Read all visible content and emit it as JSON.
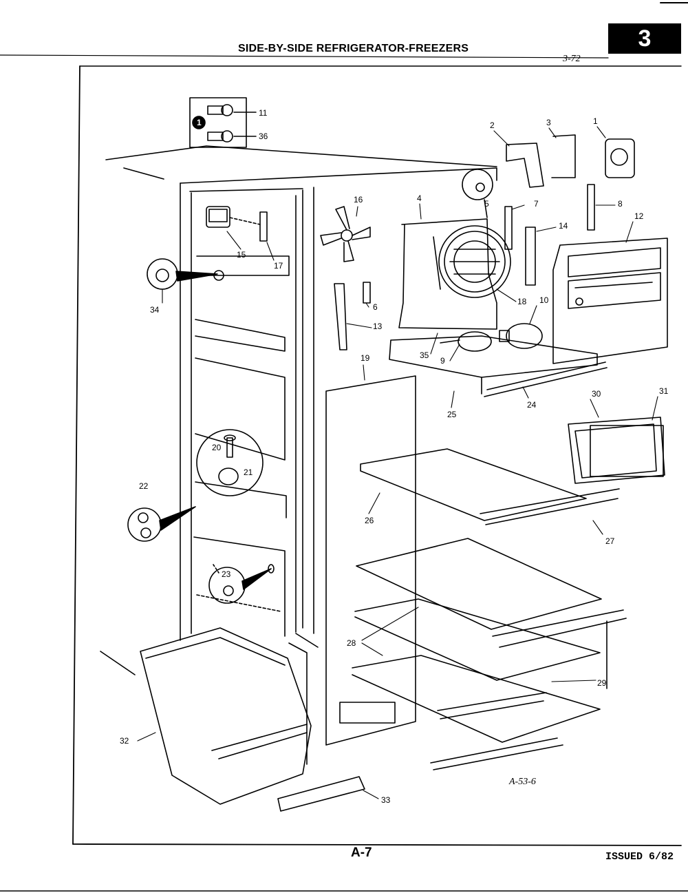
{
  "header": {
    "title": "SIDE-BY-SIDE REFRIGERATOR-FREEZERS",
    "section_number": "3",
    "handwritten_note": "3-72"
  },
  "footer": {
    "page_label": "A-7",
    "issued": "ISSUED 6/82"
  },
  "drawing_id": "A-53-6",
  "inset_marker": "1",
  "part_labels": [
    {
      "id": "p1",
      "text": "1"
    },
    {
      "id": "p2",
      "text": "2"
    },
    {
      "id": "p3",
      "text": "3"
    },
    {
      "id": "p4",
      "text": "4"
    },
    {
      "id": "p5",
      "text": "5"
    },
    {
      "id": "p6",
      "text": "6"
    },
    {
      "id": "p7",
      "text": "7"
    },
    {
      "id": "p8",
      "text": "8"
    },
    {
      "id": "p9",
      "text": "9"
    },
    {
      "id": "p10",
      "text": "10"
    },
    {
      "id": "p11",
      "text": "11"
    },
    {
      "id": "p12",
      "text": "12"
    },
    {
      "id": "p13",
      "text": "13"
    },
    {
      "id": "p14",
      "text": "14"
    },
    {
      "id": "p15",
      "text": "15"
    },
    {
      "id": "p16",
      "text": "16"
    },
    {
      "id": "p17",
      "text": "17"
    },
    {
      "id": "p18",
      "text": "18"
    },
    {
      "id": "p19",
      "text": "19"
    },
    {
      "id": "p20",
      "text": "20"
    },
    {
      "id": "p21",
      "text": "21"
    },
    {
      "id": "p22",
      "text": "22"
    },
    {
      "id": "p23",
      "text": "23"
    },
    {
      "id": "p24",
      "text": "24"
    },
    {
      "id": "p25",
      "text": "25"
    },
    {
      "id": "p26",
      "text": "26"
    },
    {
      "id": "p27",
      "text": "27"
    },
    {
      "id": "p28",
      "text": "28"
    },
    {
      "id": "p29",
      "text": "29"
    },
    {
      "id": "p30",
      "text": "30"
    },
    {
      "id": "p31",
      "text": "31"
    },
    {
      "id": "p32",
      "text": "32"
    },
    {
      "id": "p33",
      "text": "33"
    },
    {
      "id": "p34",
      "text": "34"
    },
    {
      "id": "p35",
      "text": "35"
    },
    {
      "id": "p36",
      "text": "36"
    }
  ]
}
